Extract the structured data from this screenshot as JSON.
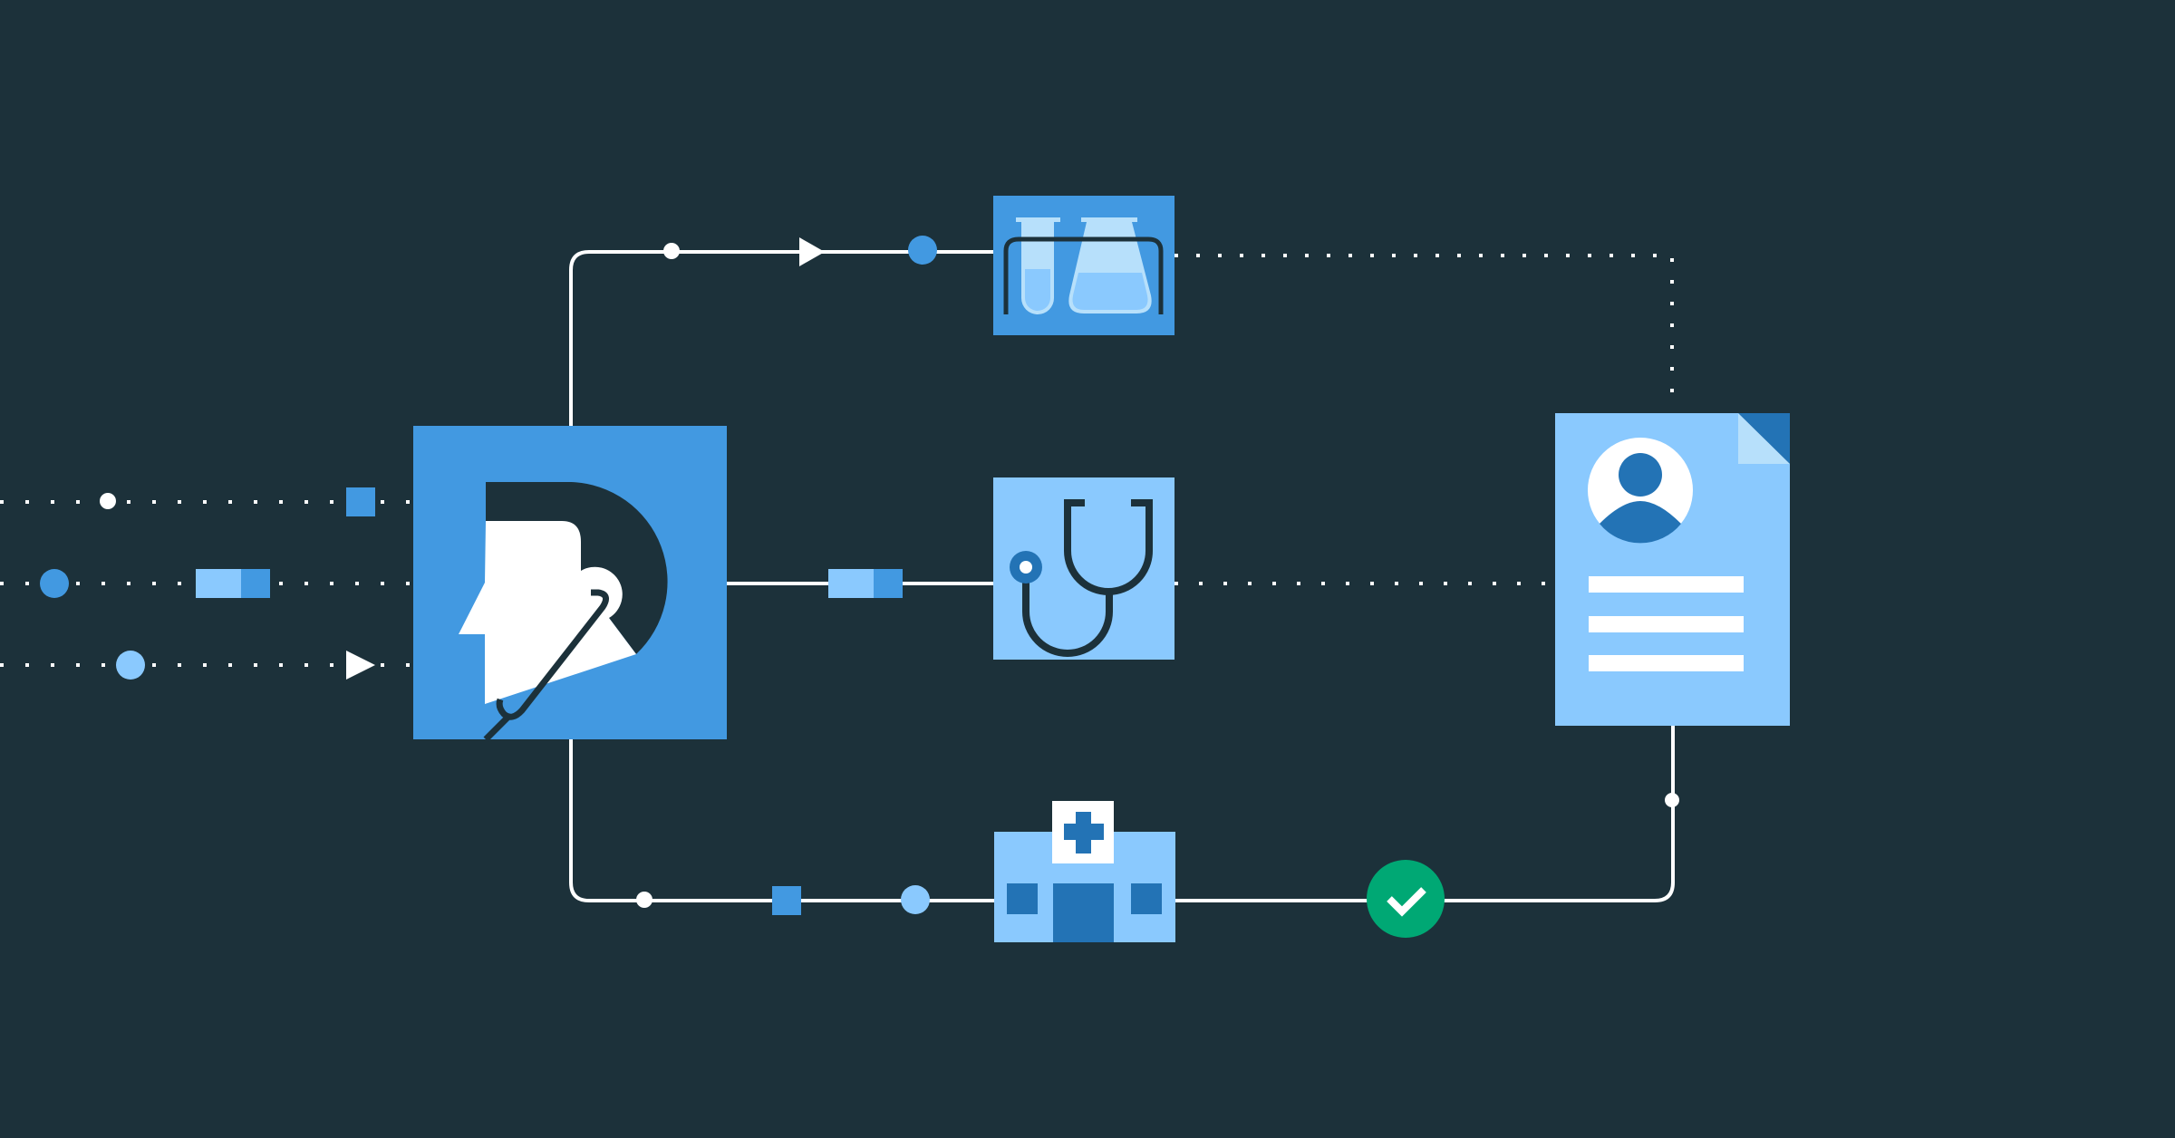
{
  "diagram": {
    "type": "healthcare-data-flow",
    "nodes": [
      {
        "id": "source",
        "icon": "doctor-head-logo-icon"
      },
      {
        "id": "lab",
        "icon": "lab-test-tubes-icon"
      },
      {
        "id": "consult",
        "icon": "stethoscope-icon"
      },
      {
        "id": "hospital",
        "icon": "hospital-icon"
      },
      {
        "id": "record",
        "icon": "patient-record-document-icon"
      },
      {
        "id": "approved",
        "icon": "check-icon"
      }
    ],
    "edges": [
      {
        "from": "inputs",
        "to": "source",
        "style": "dotted"
      },
      {
        "from": "source",
        "to": "lab",
        "style": "solid"
      },
      {
        "from": "source",
        "to": "consult",
        "style": "solid"
      },
      {
        "from": "source",
        "to": "hospital",
        "style": "solid"
      },
      {
        "from": "lab",
        "to": "record",
        "style": "dotted"
      },
      {
        "from": "consult",
        "to": "record",
        "style": "dotted"
      },
      {
        "from": "hospital",
        "to": "record",
        "style": "solid",
        "via": "approved"
      }
    ]
  },
  "colors": {
    "background": "#1c313a",
    "primary_blue": "#4299e1",
    "light_blue": "#8ac9fe",
    "pale_blue": "#b7e0fb",
    "dark_blue": "#2373b5",
    "dark": "#1c313a",
    "line": "#ffffff",
    "success_green": "#00a874"
  }
}
